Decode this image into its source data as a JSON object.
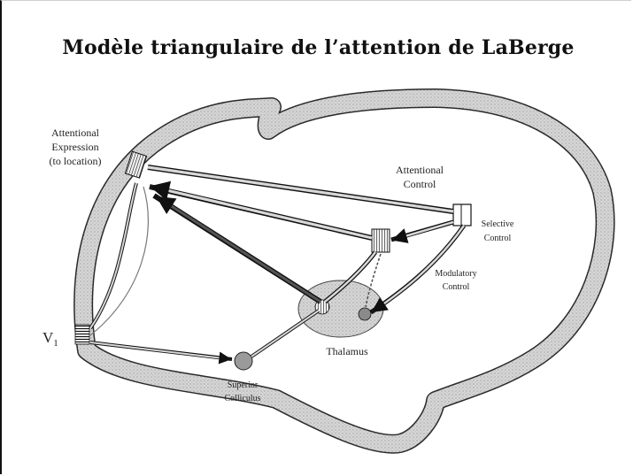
{
  "title": "Modèle triangulaire de l’attention de LaBerge",
  "labels": {
    "attentional_expression": [
      "Attentional",
      "Expression",
      "(to location)"
    ],
    "attentional_control": [
      "Attentional",
      "Control"
    ],
    "selective_control": [
      "Selective",
      "Control"
    ],
    "modulatory_control": [
      "Modulatory",
      "Control"
    ],
    "v1": "V",
    "v1_subscript": "1",
    "thalamus": "Thalamus",
    "superior_colliculus": [
      "Superior",
      "Colliculus"
    ]
  },
  "colors": {
    "cortex_fill": "#d2d2d2",
    "outline": "#2a2a2a",
    "thalamus_fill": "#c9c9c9"
  }
}
